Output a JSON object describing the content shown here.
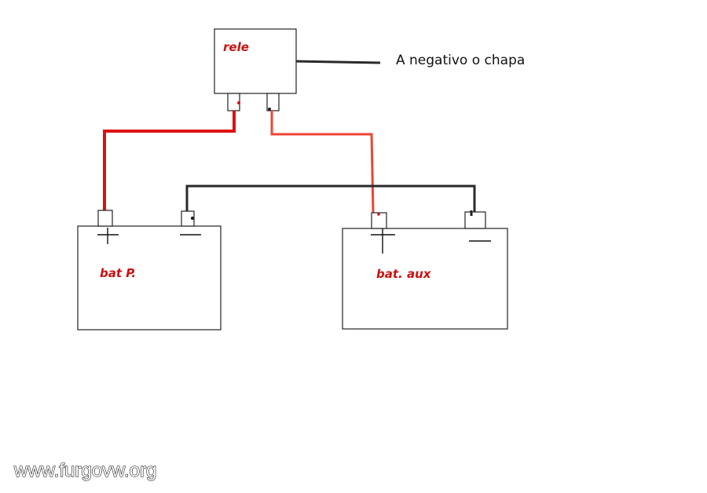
{
  "relay": {
    "label": "rele"
  },
  "note": {
    "text": "A negativo o chapa"
  },
  "battery_main": {
    "label": "bat P."
  },
  "battery_aux": {
    "label": "bat. aux"
  },
  "watermark": {
    "text": "www.furgovw.org"
  },
  "colors": {
    "positive_wire_main": "#dd1111",
    "positive_wire_aux": "#ee4433",
    "negative_wire": "#2a2a2a",
    "label_red": "#cc1111"
  }
}
